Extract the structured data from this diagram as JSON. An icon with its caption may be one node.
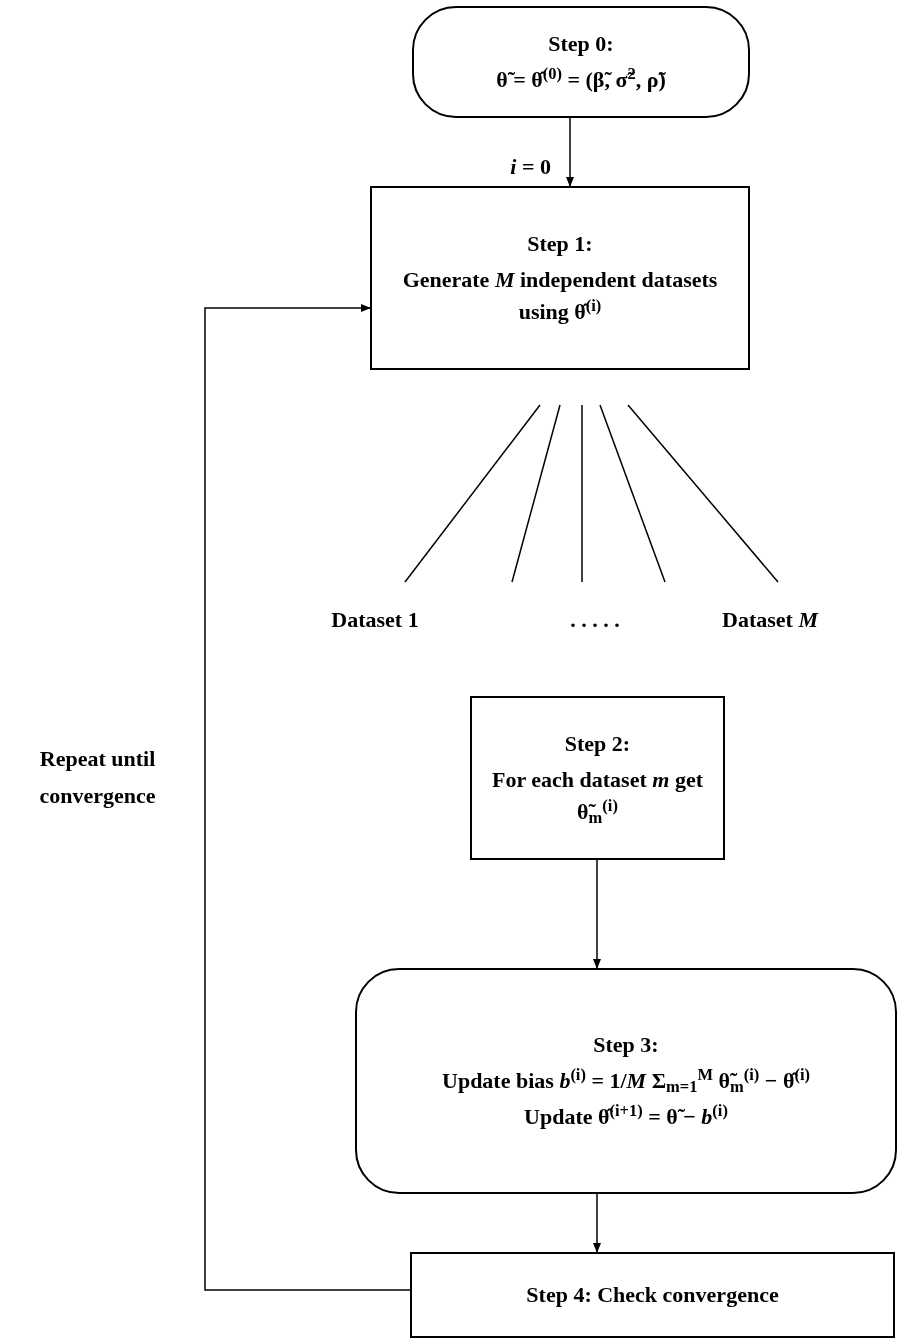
{
  "diagram": {
    "nodes": [
      {
        "text": [
          "Step 0:",
          "θ̃ = θ̂$^{(0)}$ = (β̃, σ̃$^{2}$, ρ̃)"
        ]
      },
      {
        "text": [
          "Step 1:",
          "Generate *M* independent datasets using θ̂$^{(i)}$"
        ]
      },
      {
        "text": [
          "Dataset 1"
        ]
      },
      {
        "text": [
          ". . . . ."
        ]
      },
      {
        "text": [
          "Dataset *M*"
        ]
      },
      {
        "text": [
          "Step 2:",
          "For each dataset *m* get θ̃$_{m}$$^{(i)}$"
        ]
      },
      {
        "text": [
          "Step 3:",
          "Update bias *b*$^{(i)}$ = 1/*M* Σ$_{m=1}$$^{M}$ θ̃$_{m}$$^{(i)}$ − θ̂$^{(i)}$",
          "Update θ̂$^{(i+1)}$ = θ̃ − *b*$^{(i)}$"
        ]
      },
      {
        "text": [
          "Step 4: Check convergence"
        ]
      }
    ],
    "edges": [
      {
        "from": 0,
        "to": 1,
        "arrow": "to",
        "label": "*i* = 0"
      },
      {
        "from": 1,
        "to": 2,
        "arrow": "none"
      },
      {
        "from": 1,
        "to": 3,
        "arrow": "none"
      },
      {
        "from": 1,
        "to": 3,
        "arrow": "none"
      },
      {
        "from": 1,
        "to": 3,
        "arrow": "none"
      },
      {
        "from": 1,
        "to": 4,
        "arrow": "none"
      },
      {
        "from": 5,
        "to": 6,
        "arrow": "to"
      },
      {
        "from": 6,
        "to": 7,
        "arrow": "to"
      },
      {
        "from": 7,
        "to": 1,
        "arrow": "to",
        "label": "Repeat until convergence"
      }
    ]
  }
}
